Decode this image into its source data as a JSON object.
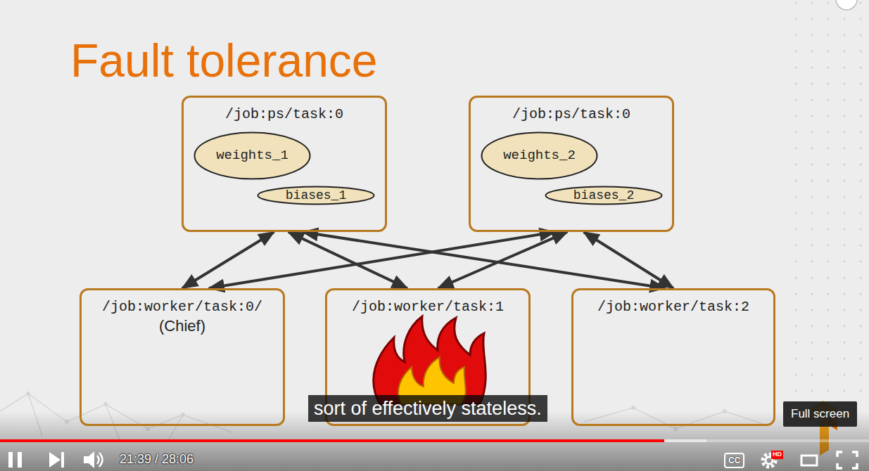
{
  "diagram": {
    "title": "Fault tolerance",
    "nodes": [
      {
        "text": [
          "/job:ps/task:0"
        ]
      },
      {
        "text": [
          "weights_1"
        ],
        "in": 0
      },
      {
        "text": [
          "biases_1"
        ],
        "in": 0
      },
      {
        "text": [
          "/job:ps/task:0"
        ]
      },
      {
        "text": [
          "weights_2"
        ],
        "in": 3
      },
      {
        "text": [
          "biases_2"
        ],
        "in": 3
      },
      {
        "text": [
          "/job:worker/task:0/",
          "(Chief)"
        ]
      },
      {
        "text": [
          "/job:worker/task:1"
        ]
      },
      {
        "text": [
          "/job:worker/task:2"
        ]
      }
    ],
    "edges": [
      {
        "from": 6,
        "to": 0,
        "arrow": "both"
      },
      {
        "from": 6,
        "to": 3,
        "arrow": "both"
      },
      {
        "from": 7,
        "to": 0,
        "arrow": "both"
      },
      {
        "from": 7,
        "to": 3,
        "arrow": "both"
      },
      {
        "from": 8,
        "to": 0,
        "arrow": "both"
      },
      {
        "from": 8,
        "to": 3,
        "arrow": "both"
      }
    ],
    "labels": [
      "sort of effectively stateless.",
      "Full screen",
      "21:39 / 28:06",
      "CC",
      "HD"
    ]
  }
}
